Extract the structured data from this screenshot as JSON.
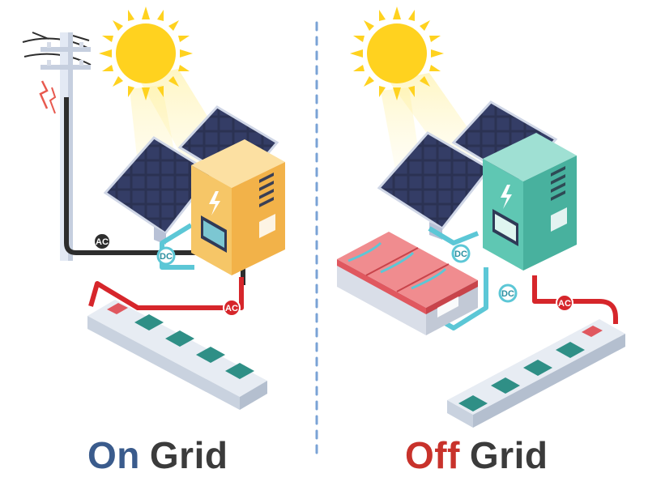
{
  "left_panel": {
    "caption_accent": "On",
    "caption_rest": "Grid",
    "ac_top": "AC",
    "dc": "DC",
    "ac_bottom": "AC"
  },
  "right_panel": {
    "caption_accent": "Off",
    "caption_rest": "Grid",
    "dc_top": "DC",
    "dc_bottom": "DC",
    "ac": "AC"
  },
  "colors": {
    "on_accent": "#3a5b8c",
    "off_accent": "#c8322b",
    "caption_gray": "#3b3b3b",
    "dc_line": "#5cc7d6",
    "ac_line": "#d6262b",
    "grid_line": "#2d2d2d",
    "divider": "#7aa3d6",
    "sun": "#ffd21f",
    "panel_dark": "#2b3253",
    "inverter_left": "#f6c667",
    "inverter_right": "#5fc7b3",
    "battery": "#e0585f",
    "outlet": "#2f8f86"
  },
  "icons": {
    "sun": "sun-icon",
    "bolt": "lightning-bolt-icon",
    "pole": "utility-pole-icon"
  }
}
